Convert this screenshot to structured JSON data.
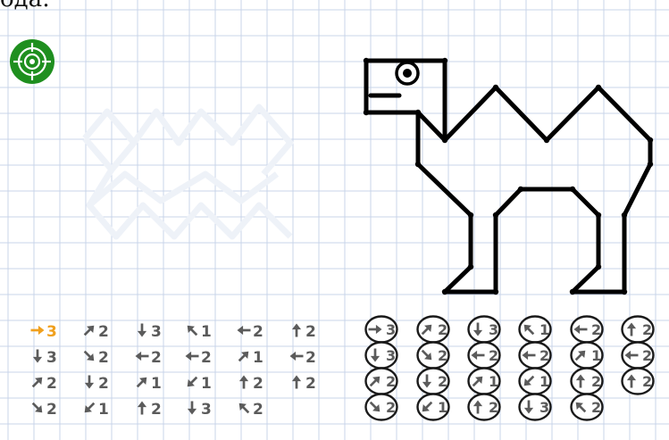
{
  "header": {
    "text": "ода:"
  },
  "target_icon": "target-icon",
  "colors": {
    "grid": "#c9d4ea",
    "active": "#f0a01e",
    "ink": "#5b5b5b",
    "outline": "#000000",
    "target": "#1f8f1f"
  },
  "program": {
    "rows": [
      [
        {
          "dir": "right",
          "n": "3",
          "active": true
        },
        {
          "dir": "upright",
          "n": "2"
        },
        {
          "dir": "down",
          "n": "3"
        },
        {
          "dir": "upleft",
          "n": "1"
        },
        {
          "dir": "left",
          "n": "2"
        },
        {
          "dir": "up",
          "n": "2"
        }
      ],
      [
        {
          "dir": "down",
          "n": "3"
        },
        {
          "dir": "downright",
          "n": "2"
        },
        {
          "dir": "left",
          "n": "2"
        },
        {
          "dir": "left",
          "n": "2"
        },
        {
          "dir": "upright",
          "n": "1"
        },
        {
          "dir": "left",
          "n": "2"
        }
      ],
      [
        {
          "dir": "upright",
          "n": "2"
        },
        {
          "dir": "down",
          "n": "2"
        },
        {
          "dir": "upright",
          "n": "1"
        },
        {
          "dir": "downleft",
          "n": "1"
        },
        {
          "dir": "up",
          "n": "2"
        },
        {
          "dir": "up",
          "n": "2"
        }
      ],
      [
        {
          "dir": "downright",
          "n": "2"
        },
        {
          "dir": "downleft",
          "n": "1"
        },
        {
          "dir": "up",
          "n": "2"
        },
        {
          "dir": "down",
          "n": "3"
        },
        {
          "dir": "upleft",
          "n": "2"
        }
      ]
    ]
  },
  "buttons": {
    "columns": [
      [
        {
          "dir": "right",
          "n": "3"
        },
        {
          "dir": "down",
          "n": "3"
        },
        {
          "dir": "upright",
          "n": "2"
        },
        {
          "dir": "downright",
          "n": "2"
        }
      ],
      [
        {
          "dir": "upright",
          "n": "2"
        },
        {
          "dir": "downright",
          "n": "2"
        },
        {
          "dir": "down",
          "n": "2"
        },
        {
          "dir": "downleft",
          "n": "1"
        }
      ],
      [
        {
          "dir": "down",
          "n": "3"
        },
        {
          "dir": "left",
          "n": "2"
        },
        {
          "dir": "upright",
          "n": "1"
        },
        {
          "dir": "up",
          "n": "2"
        }
      ],
      [
        {
          "dir": "upleft",
          "n": "1"
        },
        {
          "dir": "left",
          "n": "2"
        },
        {
          "dir": "downleft",
          "n": "1"
        },
        {
          "dir": "down",
          "n": "3"
        }
      ],
      [
        {
          "dir": "left",
          "n": "2"
        },
        {
          "dir": "upright",
          "n": "1"
        },
        {
          "dir": "up",
          "n": "2"
        },
        {
          "dir": "upleft",
          "n": "2"
        }
      ],
      [
        {
          "dir": "up",
          "n": "2"
        },
        {
          "dir": "left",
          "n": "2"
        },
        {
          "dir": "up",
          "n": "2"
        }
      ]
    ]
  }
}
